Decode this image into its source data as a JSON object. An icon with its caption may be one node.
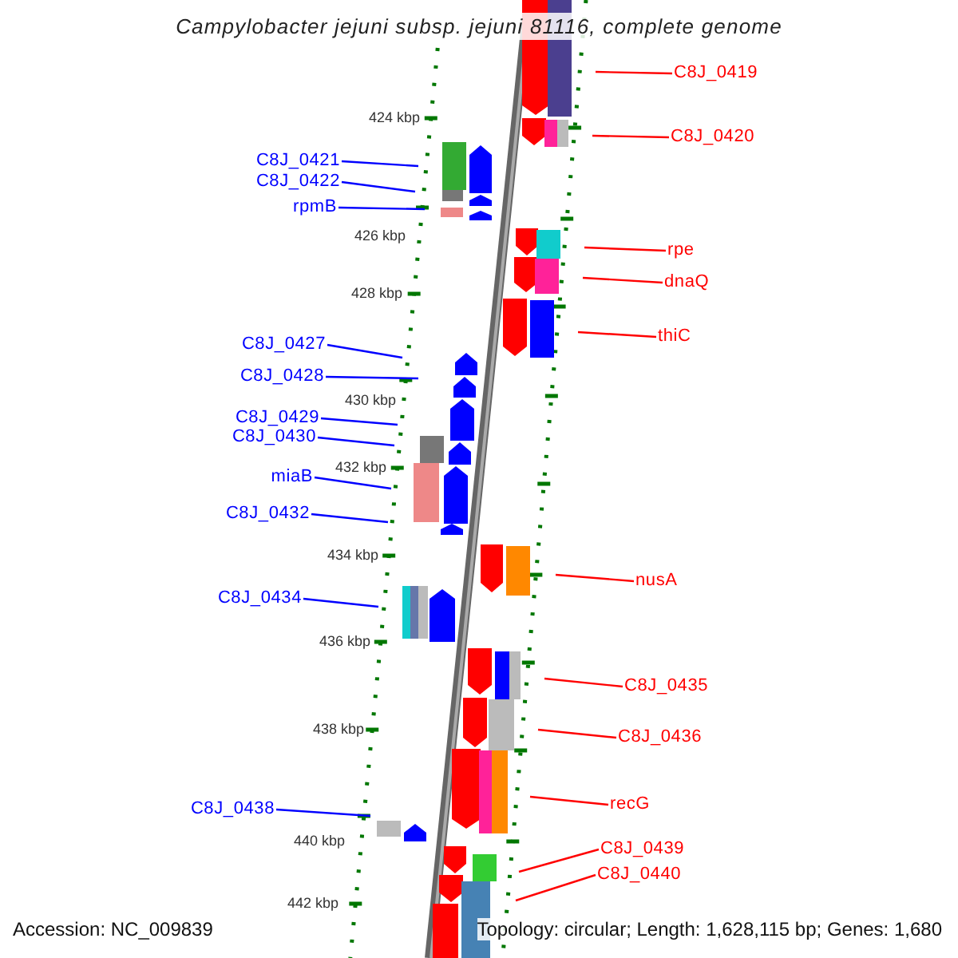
{
  "diagram": {
    "title": "Campylobacter jejuni subsp. jejuni 81116, complete genome",
    "nodes": [
      {
        "text": [
          "C8J_0419"
        ]
      },
      {
        "text": [
          "C8J_0420"
        ]
      },
      {
        "text": [
          "C8J_0421"
        ]
      },
      {
        "text": [
          "C8J_0422"
        ]
      },
      {
        "text": [
          "rpmB"
        ]
      },
      {
        "text": [
          "rpe"
        ]
      },
      {
        "text": [
          "dnaQ"
        ]
      },
      {
        "text": [
          "thiC"
        ]
      },
      {
        "text": [
          "C8J_0427"
        ]
      },
      {
        "text": [
          "C8J_0428"
        ]
      },
      {
        "text": [
          "C8J_0429"
        ]
      },
      {
        "text": [
          "C8J_0430"
        ]
      },
      {
        "text": [
          "miaB"
        ]
      },
      {
        "text": [
          "C8J_0432"
        ]
      },
      {
        "text": [
          "nusA"
        ]
      },
      {
        "text": [
          "C8J_0434"
        ]
      },
      {
        "text": [
          "C8J_0435"
        ]
      },
      {
        "text": [
          "C8J_0436"
        ]
      },
      {
        "text": [
          "recG"
        ]
      },
      {
        "text": [
          "C8J_0438"
        ]
      },
      {
        "text": [
          "C8J_0439"
        ]
      },
      {
        "text": [
          "C8J_0440"
        ]
      }
    ],
    "edges": [
      {
        "from": 0,
        "to": null,
        "arrow": "none",
        "color": "#ff0000"
      },
      {
        "from": 1,
        "to": null,
        "arrow": "none",
        "color": "#ff0000"
      },
      {
        "from": 2,
        "to": null,
        "arrow": "none",
        "color": "#0000ff"
      },
      {
        "from": 3,
        "to": null,
        "arrow": "none",
        "color": "#0000ff"
      },
      {
        "from": 4,
        "to": null,
        "arrow": "none",
        "color": "#0000ff"
      },
      {
        "from": 5,
        "to": null,
        "arrow": "none",
        "color": "#ff0000"
      },
      {
        "from": 6,
        "to": null,
        "arrow": "none",
        "color": "#ff0000"
      },
      {
        "from": 7,
        "to": null,
        "arrow": "none",
        "color": "#ff0000"
      },
      {
        "from": 8,
        "to": null,
        "arrow": "none",
        "color": "#0000ff"
      },
      {
        "from": 9,
        "to": null,
        "arrow": "none",
        "color": "#0000ff"
      },
      {
        "from": 10,
        "to": null,
        "arrow": "none",
        "color": "#0000ff"
      },
      {
        "from": 11,
        "to": null,
        "arrow": "none",
        "color": "#0000ff"
      },
      {
        "from": 12,
        "to": null,
        "arrow": "none",
        "color": "#0000ff"
      },
      {
        "from": 13,
        "to": null,
        "arrow": "none",
        "color": "#0000ff"
      },
      {
        "from": 14,
        "to": null,
        "arrow": "none",
        "color": "#ff0000"
      },
      {
        "from": 15,
        "to": null,
        "arrow": "none",
        "color": "#0000ff"
      },
      {
        "from": 16,
        "to": null,
        "arrow": "none",
        "color": "#ff0000"
      },
      {
        "from": 17,
        "to": null,
        "arrow": "none",
        "color": "#ff0000"
      },
      {
        "from": 18,
        "to": null,
        "arrow": "none",
        "color": "#ff0000"
      },
      {
        "from": 19,
        "to": null,
        "arrow": "none",
        "color": "#0000ff"
      },
      {
        "from": 20,
        "to": null,
        "arrow": "none",
        "color": "#ff0000"
      },
      {
        "from": 21,
        "to": null,
        "arrow": "none",
        "color": "#ff0000"
      }
    ],
    "labels": [
      "424 kbp",
      "426 kbp",
      "428 kbp",
      "430 kbp",
      "432 kbp",
      "434 kbp",
      "436 kbp",
      "438 kbp",
      "440 kbp",
      "442 kbp",
      "Accession: NC_009839",
      "Topology: circular; Length: 1,628,115 bp; Genes: 1,680"
    ]
  }
}
